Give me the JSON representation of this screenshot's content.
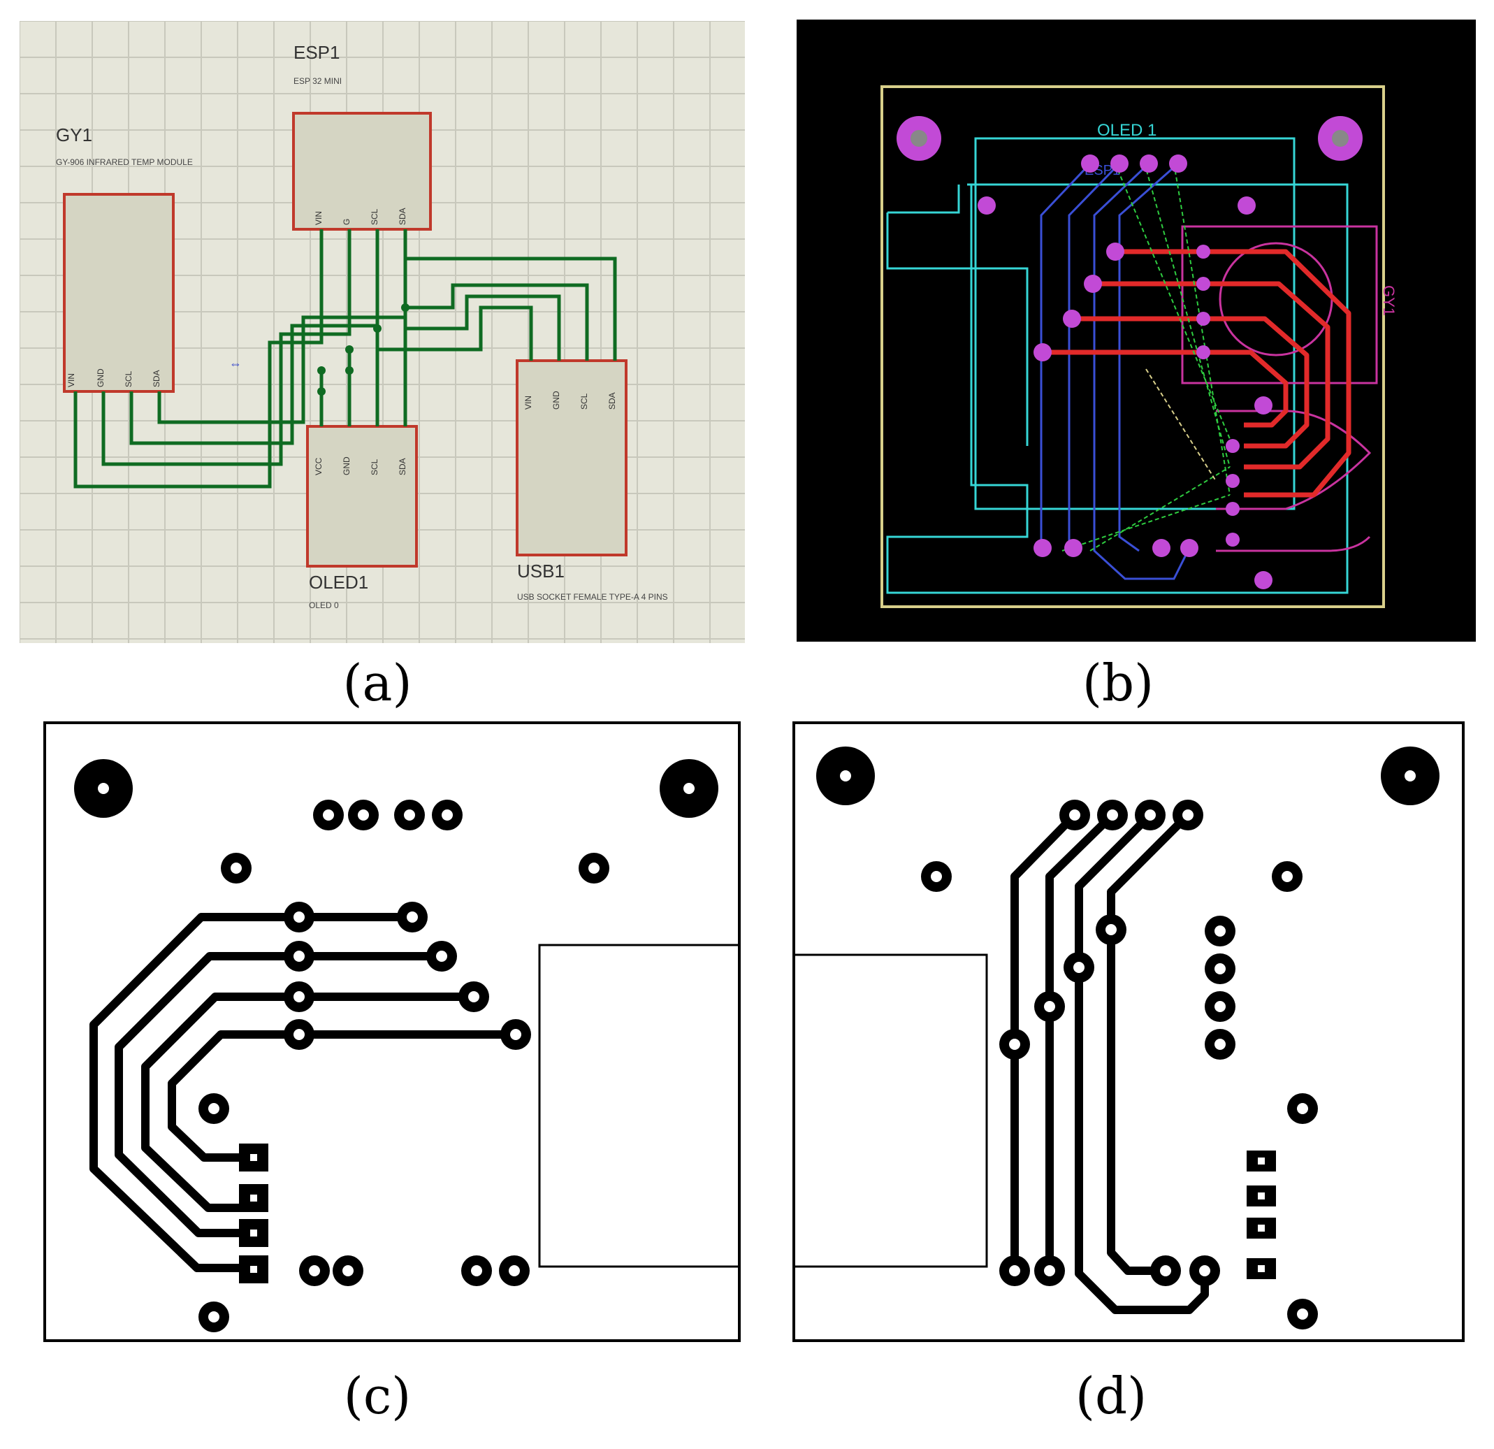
{
  "colors": {
    "schematic_bg": "#e6e6da",
    "schematic_grid": "#c8c8bc",
    "component_border": "#c0392b",
    "component_fill": "#d5d5c3",
    "wire": "#0f6b22",
    "pcb_bg": "#000000",
    "pcb_outline": "#d8cf8a",
    "pcb_silk": "#36d6d6",
    "pcb_pad": "#c24ad6",
    "pcb_trace_top": "#e22a2a",
    "pcb_trace_bottom": "#3a4fd6",
    "pcb_ratsnest": "#2ecc40",
    "pcb_magenta": "#c9339f",
    "copper_ink": "#000000"
  },
  "panel_a": {
    "caption": "(a)",
    "components": [
      {
        "ref": "GY1",
        "value": "GY-906 INFRARED TEMP MODULE",
        "pins": [
          "VIN",
          "GND",
          "SCL",
          "SDA"
        ]
      },
      {
        "ref": "ESP1",
        "value": "ESP 32 MINI",
        "pins": [
          "VIN",
          "G",
          "SCL",
          "SDA"
        ]
      },
      {
        "ref": "OLED1",
        "value": "OLED 0",
        "pins": [
          "VCC",
          "GND",
          "SCL",
          "SDA"
        ]
      },
      {
        "ref": "USB1",
        "value": "USB SOCKET FEMALE TYPE-A 4 PINS",
        "pins": [
          "VIN",
          "GND",
          "SCL",
          "SDA"
        ]
      }
    ]
  },
  "panel_b": {
    "caption": "(b)",
    "oled_label": "OLED 1",
    "esp_label": "ESP1",
    "side_label": "GY1"
  },
  "panel_c": {
    "caption": "(c)"
  },
  "panel_d": {
    "caption": "(d)"
  }
}
